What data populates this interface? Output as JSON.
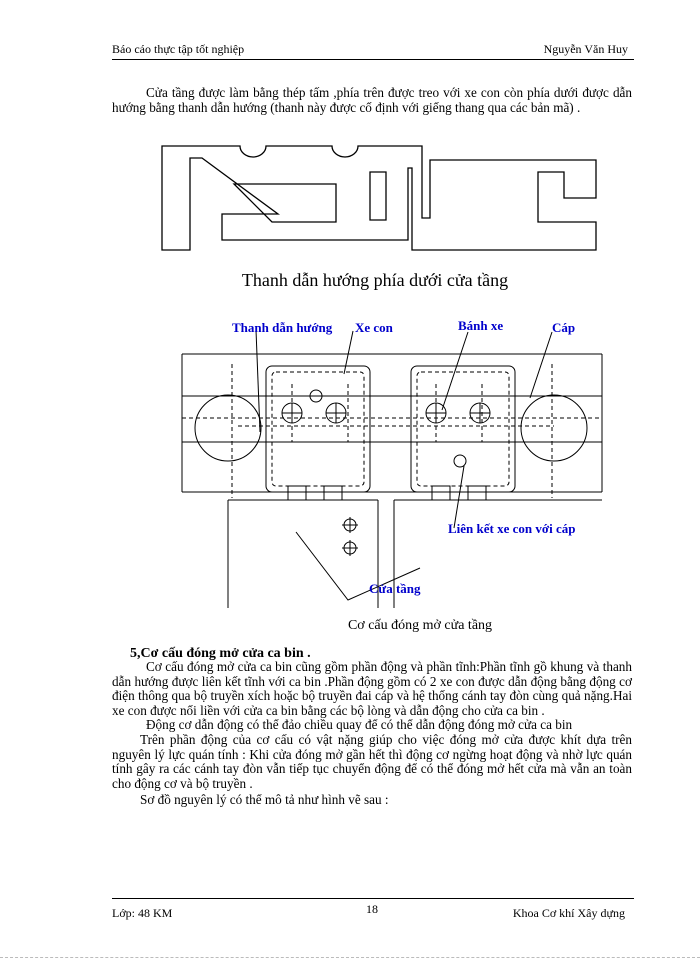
{
  "header": {
    "left": "Báo cáo thực tập tốt nghiệp",
    "right": "Nguyễn Văn Huy"
  },
  "intro_paragraph": "Cửa tầng được làm bằng thép tấm ,phía trên được treo với xe con còn phía dưới được dẫn hướng bằng thanh dẫn hướng (thanh này được cố định với giếng thang qua các bản mã) .",
  "figure1": {
    "caption": "Thanh dẫn hướng phía dưới cửa tầng"
  },
  "figure2": {
    "labels": {
      "guide_rail": "Thanh dẫn hướng",
      "trolley": "Xe con",
      "wheel": "Bánh xe",
      "cable": "Cáp",
      "trolley_cable_link": "Liên kết xe con với cáp",
      "landing_door": "Cửa tầng"
    },
    "label_color": "#0000cc",
    "caption": "Cơ cấu đóng mở cửa tầng"
  },
  "section": {
    "heading": "5,Cơ cấu đóng mở cửa ca bin .",
    "paragraphs": [
      "Cơ cấu đóng mở cửa ca bin cũng gồm phần động và phần tĩnh:Phần tĩnh gồ khung và thanh dẫn hướng được liên kết tĩnh với ca bin .Phần động gồm có 2 xe con được dẫn động bằng động cơ điện thông qua bộ truyền xích hoặc bộ truyền đai cáp và hệ thống cánh tay đòn cùng quả nặng.Hai xe con được nối liền với cửa ca bin bằng các bộ lòng và dẫn động cho cửa ca bin .",
      "Động cơ dẫn động có thể đảo chiều quay để có thể dẫn động đóng mở cửa ca bin",
      "Trên phần động của cơ cấu có vật nặng giúp cho việc đóng mở cửa được khít dựa trên nguyên lý lực quán tính : Khi cửa đóng mở gần hết thì động cơ ngừng hoạt động và nhờ lực quán tính gây ra các cánh tay đòn vẫn tiếp tục chuyển động để có thể đóng mở hết cửa mà vẫn an toàn cho động cơ và bộ truyền .",
      "Sơ đồ nguyên lý có thể mô tả như hình vẽ sau :"
    ]
  },
  "footer": {
    "left": "Lớp: 48 KM",
    "page_number": "18",
    "right": "Khoa Cơ khí Xây dựng"
  }
}
